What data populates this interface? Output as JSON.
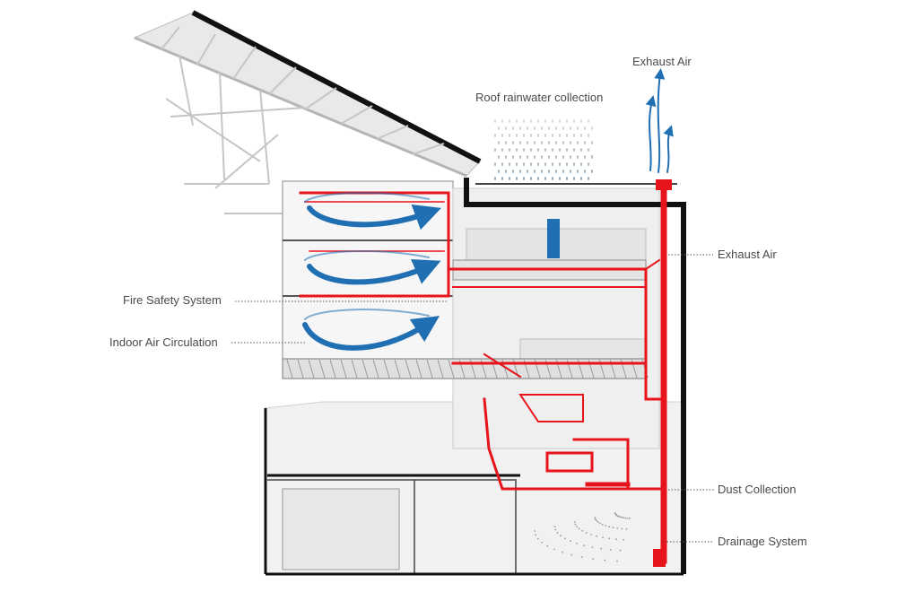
{
  "labels": {
    "exhaust_air_top": "Exhaust Air",
    "roof_rainwater": "Roof rainwater collection",
    "exhaust_air_side": "Exhaust Air",
    "fire_safety": "Fire Safety System",
    "indoor_air": "Indoor Air Circulation",
    "dust_collection": "Dust Collection",
    "drainage": "Drainage System"
  },
  "colors": {
    "fire_system": "#e8141c",
    "air_flow": "#1f6fb2",
    "structure": "#222222",
    "roof_truss": "#bfbfbf",
    "rain_drops": "#8aa0b2"
  }
}
